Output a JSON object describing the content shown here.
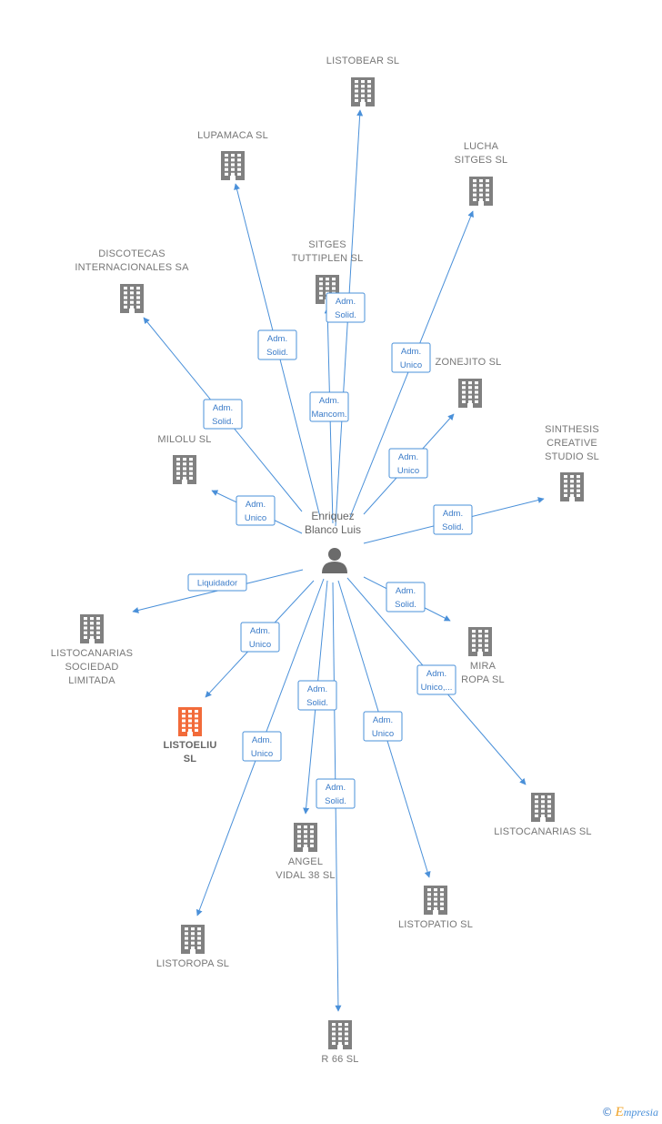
{
  "colors": {
    "edge": "#4a90d9",
    "building": "#808080",
    "building_highlight": "#f26b3a",
    "person": "#6b6b6b"
  },
  "center": {
    "label_lines": [
      "Enriquez",
      "Blanco Luis"
    ],
    "icon": "person-icon"
  },
  "nodes": [
    {
      "id": "listobear",
      "label_lines": [
        "LISTOBEAR  SL"
      ],
      "icon": "building-icon"
    },
    {
      "id": "lupamaca",
      "label_lines": [
        "LUPAMACA  SL"
      ],
      "icon": "building-icon"
    },
    {
      "id": "lucha-sitges",
      "label_lines": [
        "LUCHA",
        "SITGES  SL"
      ],
      "icon": "building-icon"
    },
    {
      "id": "discotecas",
      "label_lines": [
        "DISCOTECAS",
        "INTERNACIONALES SA"
      ],
      "icon": "building-icon"
    },
    {
      "id": "sitges-tuttiplen",
      "label_lines": [
        "SITGES",
        "TUTTIPLEN SL"
      ],
      "icon": "building-icon"
    },
    {
      "id": "zonejito",
      "label_lines": [
        "ZONEJITO  SL"
      ],
      "icon": "building-icon"
    },
    {
      "id": "milolu",
      "label_lines": [
        "MILOLU  SL"
      ],
      "icon": "building-icon"
    },
    {
      "id": "synthesis",
      "label_lines": [
        "SINTHESIS",
        "CREATIVE",
        "STUDIO SL"
      ],
      "icon": "building-icon"
    },
    {
      "id": "listocanarias-sociedad",
      "label_lines": [
        "LISTOCANARIAS",
        "SOCIEDAD",
        "LIMITADA"
      ],
      "icon": "building-icon"
    },
    {
      "id": "mira-ropa",
      "label_lines": [
        "MIRA",
        "ROPA SL"
      ],
      "icon": "building-icon"
    },
    {
      "id": "listoeliu",
      "label_lines": [
        "LISTOELIU",
        "SL"
      ],
      "icon": "building-icon",
      "highlight": true
    },
    {
      "id": "listocanarias-sl",
      "label_lines": [
        "LISTOCANARIAS SL"
      ],
      "icon": "building-icon"
    },
    {
      "id": "angel-vidal",
      "label_lines": [
        "ANGEL",
        "VIDAL 38 SL"
      ],
      "icon": "building-icon"
    },
    {
      "id": "listopatio",
      "label_lines": [
        "LISTOPATIO  SL"
      ],
      "icon": "building-icon"
    },
    {
      "id": "listoropa",
      "label_lines": [
        "LISTOROPA  SL"
      ],
      "icon": "building-icon"
    },
    {
      "id": "r66",
      "label_lines": [
        "R 66  SL"
      ],
      "icon": "building-icon"
    }
  ],
  "edges": [
    {
      "to": "listobear",
      "label_lines": [
        "Adm.",
        "Solid."
      ]
    },
    {
      "to": "lupamaca",
      "label_lines": [
        "Adm.",
        "Solid."
      ]
    },
    {
      "to": "lucha-sitges",
      "label_lines": [
        "Adm.",
        "Unico"
      ]
    },
    {
      "to": "discotecas",
      "label_lines": [
        "Adm.",
        "Solid."
      ]
    },
    {
      "to": "sitges-tuttiplen",
      "label_lines": [
        "Adm.",
        "Mancom."
      ]
    },
    {
      "to": "zonejito",
      "label_lines": [
        "Adm.",
        "Unico"
      ]
    },
    {
      "to": "milolu",
      "label_lines": [
        "Adm.",
        "Unico"
      ]
    },
    {
      "to": "synthesis",
      "label_lines": [
        "Adm.",
        "Solid."
      ]
    },
    {
      "to": "listocanarias-sociedad",
      "label_lines": [
        "Liquidador"
      ]
    },
    {
      "to": "mira-ropa",
      "label_lines": [
        "Adm.",
        "Solid."
      ]
    },
    {
      "to": "listoeliu",
      "label_lines": [
        "Adm.",
        "Unico"
      ]
    },
    {
      "to": "listocanarias-sl",
      "label_lines": [
        "Adm.",
        "Unico,..."
      ]
    },
    {
      "to": "angel-vidal",
      "label_lines": [
        "Adm.",
        "Solid."
      ]
    },
    {
      "to": "listopatio",
      "label_lines": [
        "Adm.",
        "Unico"
      ]
    },
    {
      "to": "listoropa",
      "label_lines": [
        "Adm.",
        "Unico"
      ]
    },
    {
      "to": "r66",
      "label_lines": [
        "Adm.",
        "Solid."
      ]
    }
  ],
  "footer": {
    "copyright": "©",
    "brand_initial": "E",
    "brand_rest": "mpresia"
  }
}
